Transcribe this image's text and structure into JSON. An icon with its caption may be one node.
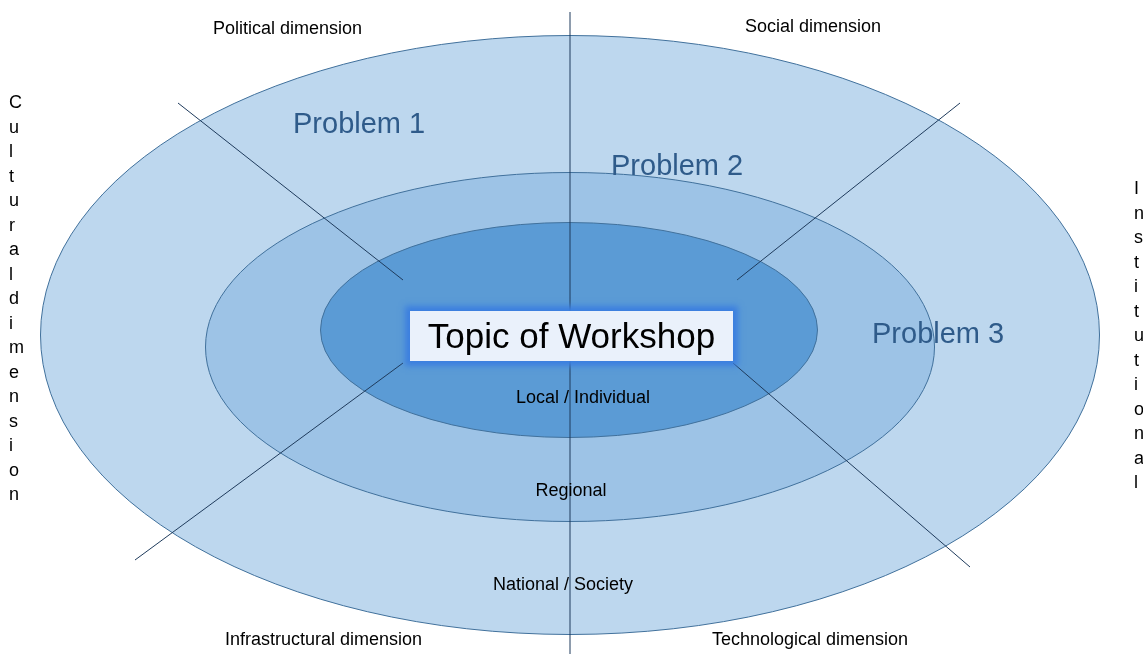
{
  "diagram": {
    "nodes": [
      {
        "text": [
          "National / Society"
        ]
      },
      {
        "text": [
          "Regional"
        ],
        "in": 0
      },
      {
        "text": [
          "Local / Individual"
        ],
        "in": 1
      },
      {
        "text": [
          "Topic of Workshop"
        ],
        "in": 2
      }
    ],
    "labels": [
      "Political dimension",
      "Social dimension",
      "Cultural dimension",
      "Problem 1",
      "Problem 2",
      "Institutional",
      "Problem 3",
      "Infrastructural dimension",
      "Technological dimension"
    ]
  }
}
